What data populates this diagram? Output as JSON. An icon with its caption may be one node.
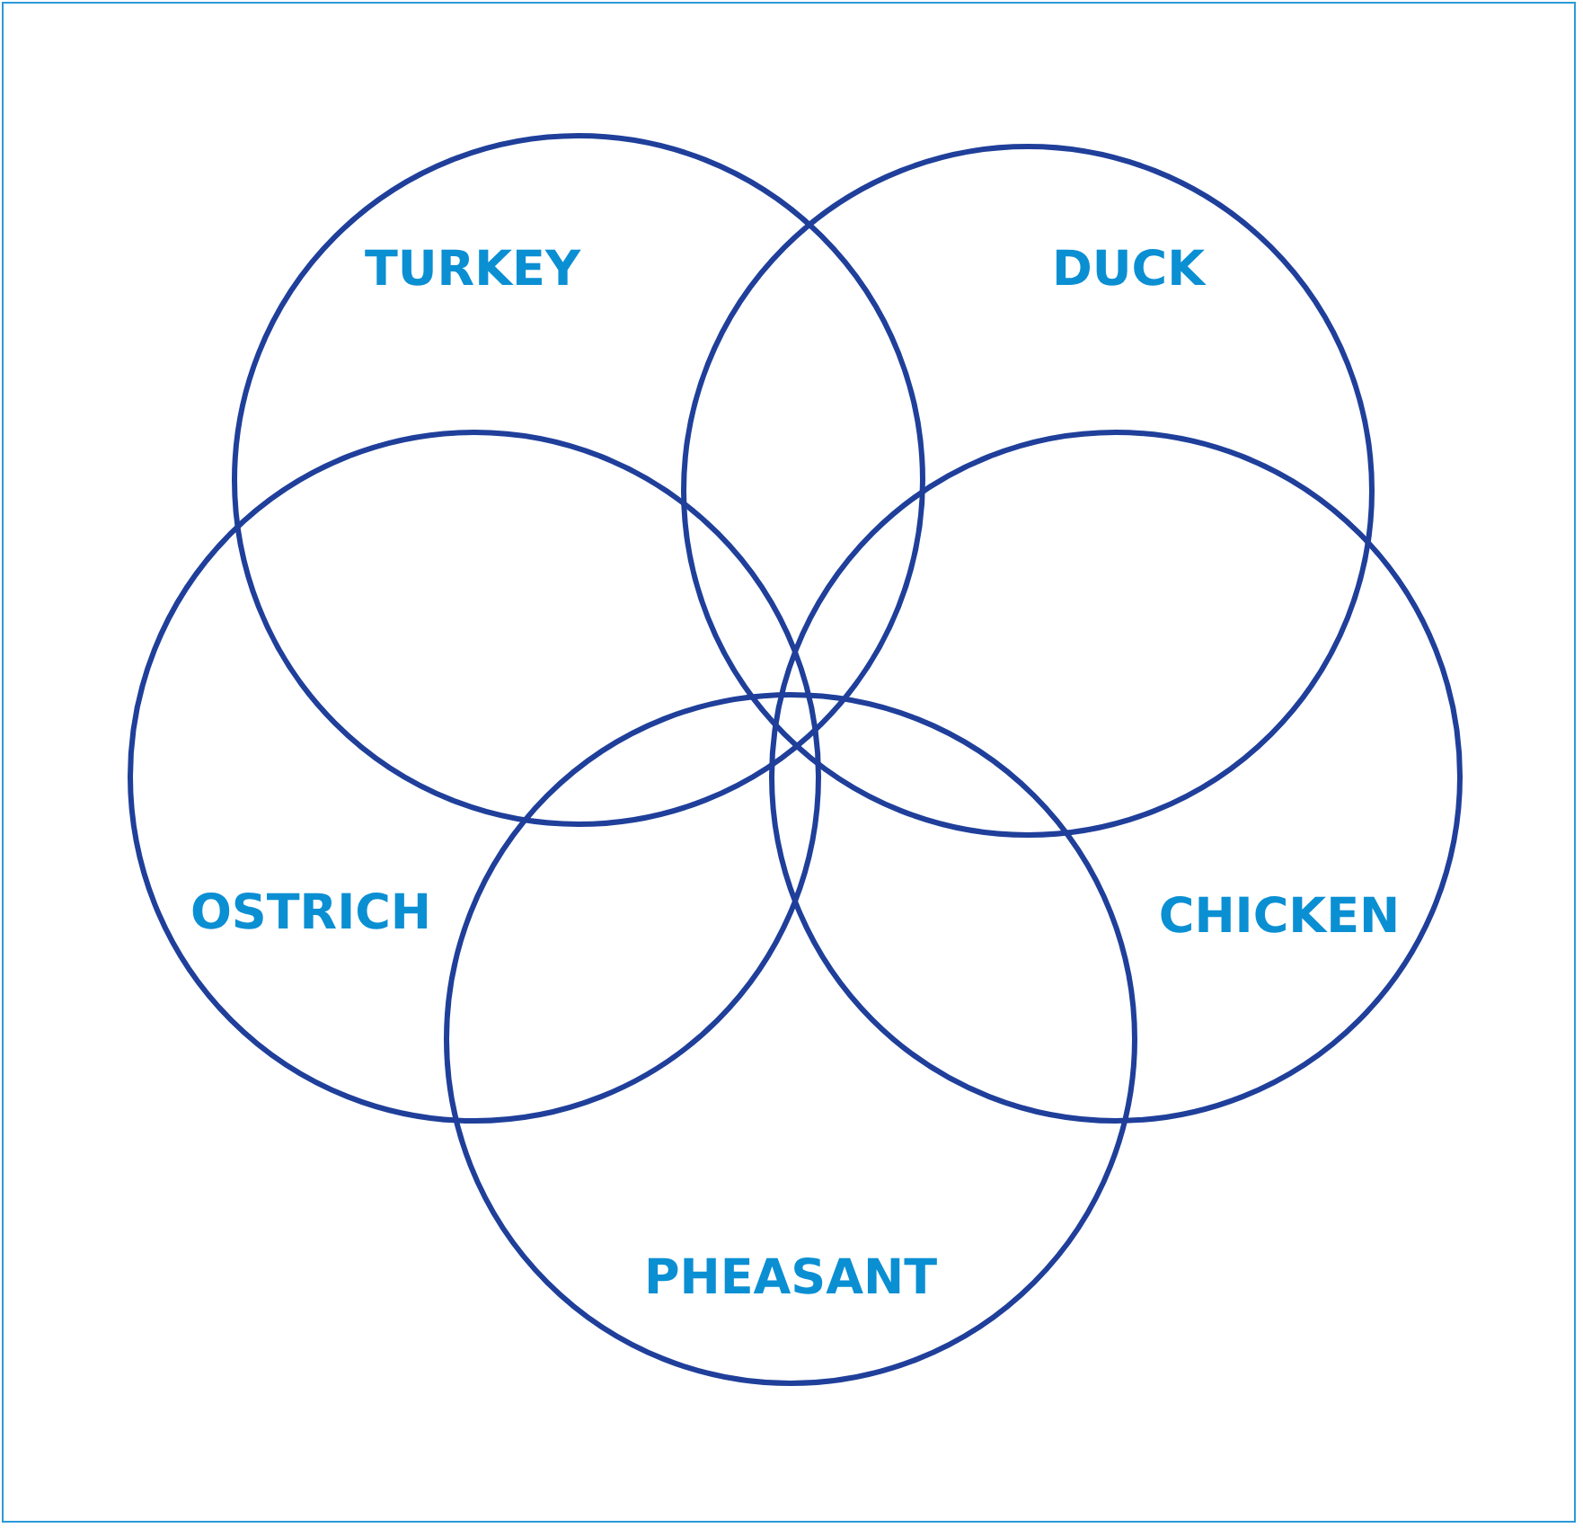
{
  "diagram": {
    "nodes": [
      {
        "text": [
          "TURKEY"
        ]
      },
      {
        "text": [
          "DUCK"
        ]
      },
      {
        "text": [
          "OSTRICH"
        ]
      },
      {
        "text": [
          "CHICKEN"
        ]
      },
      {
        "text": [
          "PHEASANT"
        ]
      }
    ]
  }
}
